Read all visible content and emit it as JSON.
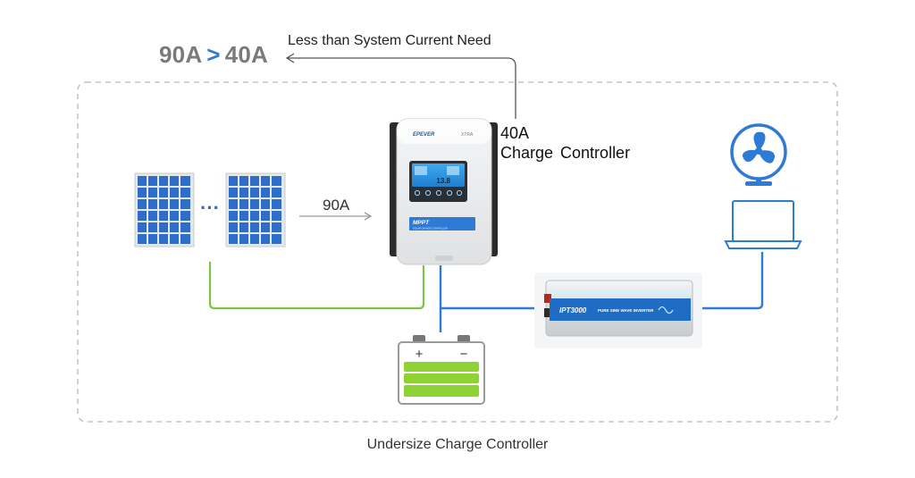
{
  "comparison": {
    "array_current": "90A",
    "operator": ">",
    "controller_current": "40A"
  },
  "annotation": "Less than System Current Need",
  "controller_label": {
    "rating": "40A",
    "name": "Charge Controller"
  },
  "array_current_label": "90A",
  "panel_ellipsis": "···",
  "controller_device": {
    "brand": "EPEVER",
    "model": "XTRA",
    "screen_value": "13.8",
    "badge": "MPPT",
    "badge_sub": "SOLAR CHARGE CONTROLLER"
  },
  "inverter_device": {
    "model": "IPT3000",
    "subtitle": "PURE SINE WAVE INVERTER"
  },
  "battery_signs": {
    "positive": "+",
    "negative": "−"
  },
  "caption": "Undersize Charge Controller",
  "colors": {
    "blue": "#2e7bd6",
    "green": "#7dc443",
    "battery_green": "#8ed233",
    "gray_text": "#7a7a7a"
  },
  "icons": [
    "solar-panel-icon",
    "charge-controller-icon",
    "fan-icon",
    "laptop-icon",
    "inverter-icon",
    "battery-icon"
  ]
}
